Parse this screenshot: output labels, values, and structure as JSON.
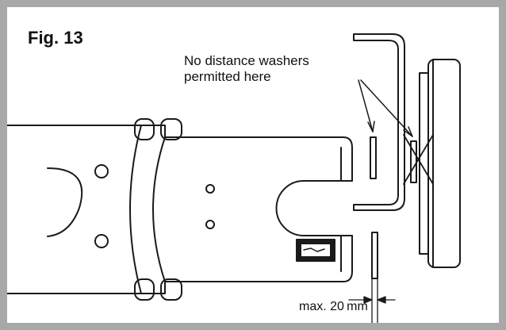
{
  "figure": {
    "title": "Fig. 13",
    "callout": {
      "line1": "No distance washers",
      "line2": "permitted here"
    },
    "dimension_label": "max. 20 mm"
  },
  "colors": {
    "frame": "#a8a8a8",
    "line": "#1a1a1a",
    "background": "#ffffff"
  }
}
